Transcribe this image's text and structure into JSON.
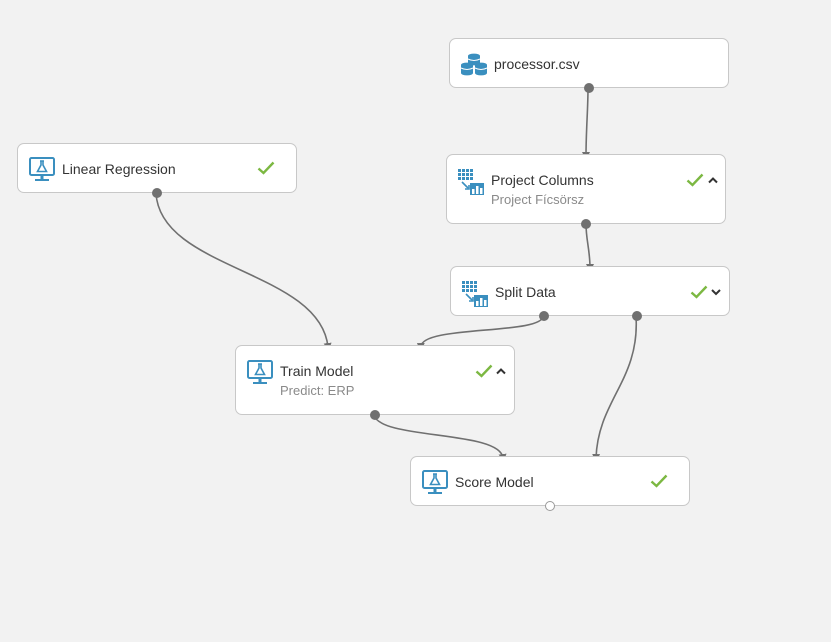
{
  "colors": {
    "background": "#f2f2f2",
    "node_fill": "#ffffff",
    "node_border": "#c8c8c8",
    "icon_blue": "#3a8fbf",
    "check_green": "#7cb842",
    "edge": "#707070"
  },
  "nodes": {
    "processor_csv": {
      "title": "processor.csv",
      "icon": "dataset-icon"
    },
    "linear_regression": {
      "title": "Linear Regression",
      "icon": "model-icon",
      "status": "check-icon"
    },
    "project_columns": {
      "title": "Project Columns",
      "subtitle": "Project Fícsörsz",
      "icon": "data-transform-icon",
      "status": "check-icon",
      "expander": "chevron-up-icon"
    },
    "split_data": {
      "title": "Split Data",
      "icon": "data-transform-icon",
      "status": "check-icon",
      "expander": "chevron-down-icon"
    },
    "train_model": {
      "title": "Train Model",
      "subtitle": "Predict: ERP",
      "icon": "model-icon",
      "status": "check-icon",
      "expander": "chevron-up-icon"
    },
    "score_model": {
      "title": "Score Model",
      "icon": "model-icon",
      "status": "check-icon"
    }
  }
}
